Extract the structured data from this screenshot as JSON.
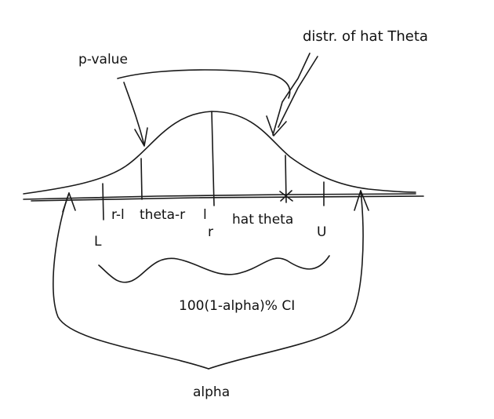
{
  "labels": {
    "distr_hat_theta": "distr. of hat Theta",
    "p_value": "p-value",
    "r_minus_l": "r-l",
    "theta_minus_r": "theta-r",
    "l_mark": "l",
    "r_mark": "r",
    "hat_theta": "hat theta",
    "L": "L",
    "U": "U",
    "ci": "100(1-alpha)% CI",
    "alpha": "alpha"
  },
  "colors": {
    "ink": "#1a1a1a",
    "background": "#ffffff"
  }
}
